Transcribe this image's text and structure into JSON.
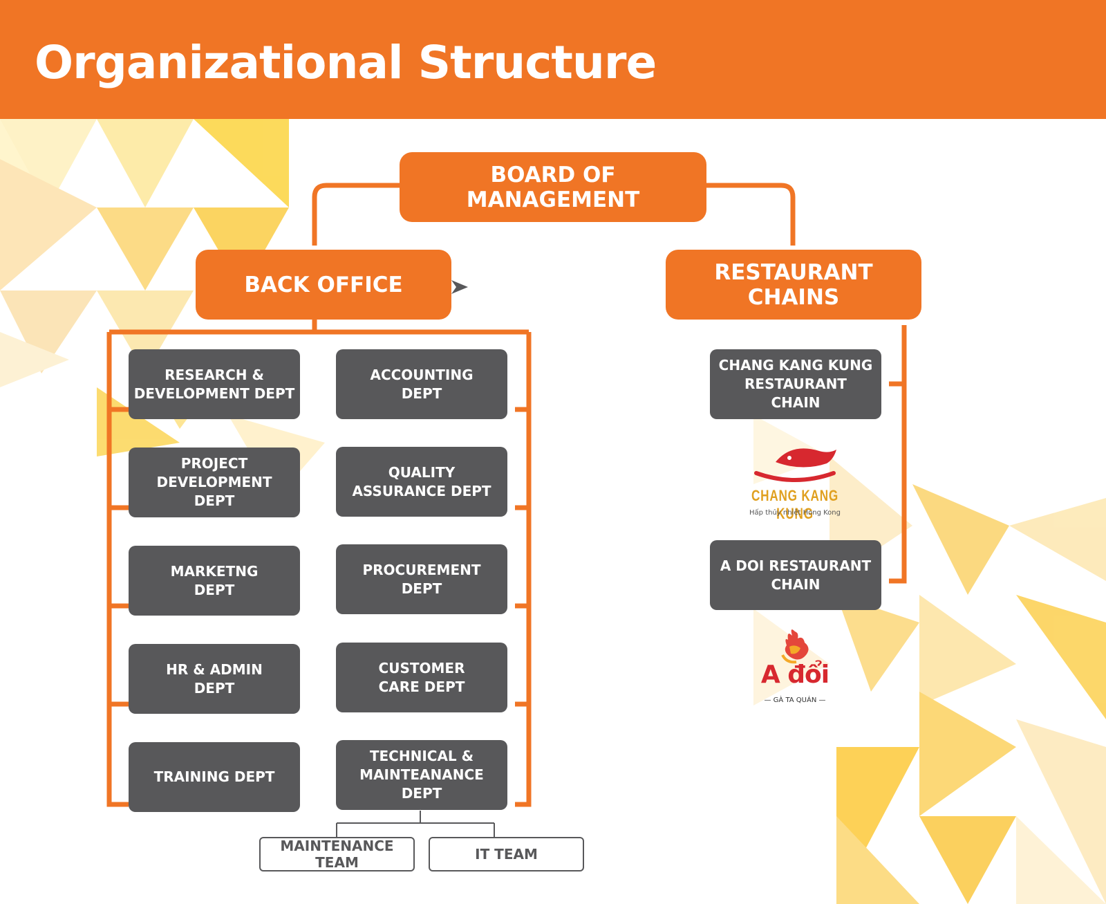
{
  "header": {
    "title": "Organizational Structure"
  },
  "board": {
    "label": "BOARD OF\nMANAGEMENT"
  },
  "back_office": {
    "label": "BACK OFFICE",
    "left_depts": [
      "RESEARCH &\nDEVELOPMENT DEPT",
      "PROJECT\nDEVELOPMENT\nDEPT",
      "MARKETNG\nDEPT",
      "HR & ADMIN\nDEPT",
      "TRAINING DEPT"
    ],
    "right_depts": [
      "ACCOUNTING\nDEPT",
      "QUALITY\nASSURANCE DEPT",
      "PROCUREMENT\nDEPT",
      "CUSTOMER\nCARE DEPT",
      "TECHNICAL &\nMAINTEANANCE\nDEPT"
    ],
    "teams": [
      "MAINTENANCE TEAM",
      "IT TEAM"
    ]
  },
  "restaurant_chains": {
    "label": "RESTAURANT\nCHAINS",
    "chains": [
      "CHANG KANG KUNG\nRESTAURANT\nCHAIN",
      "A DOI RESTAURANT\nCHAIN"
    ]
  },
  "logos": {
    "chang_kang_kung": {
      "name": "CHANG KANG KUNG",
      "tagline": "Hấp thủy nhiệt Hong Kong"
    },
    "a_doi": {
      "name": "A đổi",
      "tagline": "— GÀ TA QUÁN —"
    }
  },
  "colors": {
    "orange": "#f07525",
    "dark_gray": "#58585a",
    "red": "#d7282f",
    "gold": "#e0a020"
  }
}
